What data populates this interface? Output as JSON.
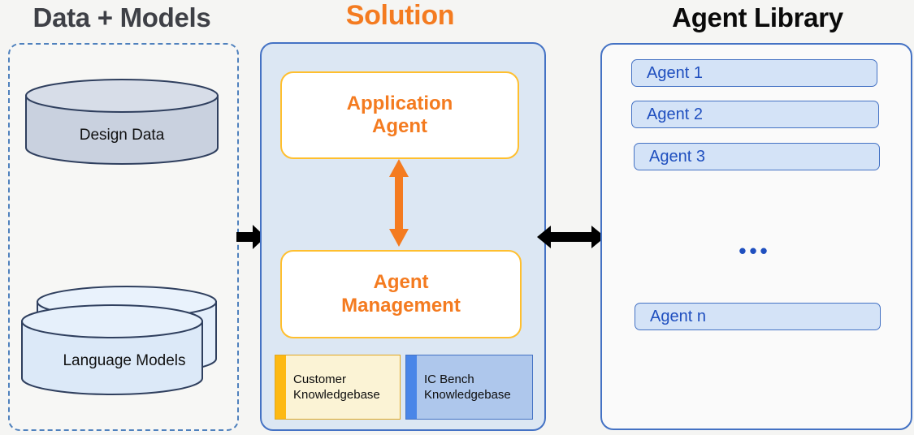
{
  "columns": {
    "data_models": {
      "heading": "Data + Models"
    },
    "solution": {
      "heading": "Solution"
    },
    "agent_library": {
      "heading": "Agent Library"
    }
  },
  "data_panel": {
    "stores": [
      {
        "id": "design-data",
        "label": "Design  Data",
        "shape": "cylinder",
        "fill": "#c9d1df",
        "stroke": "#2f3f5e"
      },
      {
        "id": "language-models",
        "label": "Language Models",
        "shape": "stacked-cylinder",
        "fill": "#dce9f8",
        "stroke": "#2f3f5e"
      }
    ]
  },
  "solution_panel": {
    "fill": "#dce7f3",
    "border": "#4472c4",
    "boxes": [
      {
        "id": "application-agent",
        "line1": "Application",
        "line2": "Agent",
        "border": "#ffbf2e",
        "text_color": "#f47b20"
      },
      {
        "id": "agent-management",
        "line1": "Agent",
        "line2": "Management",
        "border": "#ffbf2e",
        "text_color": "#f47b20"
      }
    ],
    "knowledgebases": [
      {
        "id": "customer-kb",
        "line1": "Customer",
        "line2": "Knowledgebase",
        "fill": "#fbf3d5",
        "accent": "#fdb913"
      },
      {
        "id": "ic-bench-kb",
        "line1": "IC Bench",
        "line2": "Knowledgebase",
        "fill": "#aec7ec",
        "accent": "#4a86e8"
      }
    ]
  },
  "agent_library_panel": {
    "border": "#4472c4",
    "agents": [
      {
        "label": "Agent 1"
      },
      {
        "label": "Agent 2"
      },
      {
        "label": "Agent 3"
      },
      {
        "label": "Agent n"
      }
    ],
    "ellipsis": "•••"
  },
  "connectors": {
    "data_to_solution": {
      "direction": "right",
      "color": "#000000"
    },
    "solution_internal": {
      "direction": "bidirectional-v",
      "color": "#f47b20"
    },
    "solution_to_library": {
      "direction": "bidirectional-h",
      "color": "#000000"
    }
  }
}
